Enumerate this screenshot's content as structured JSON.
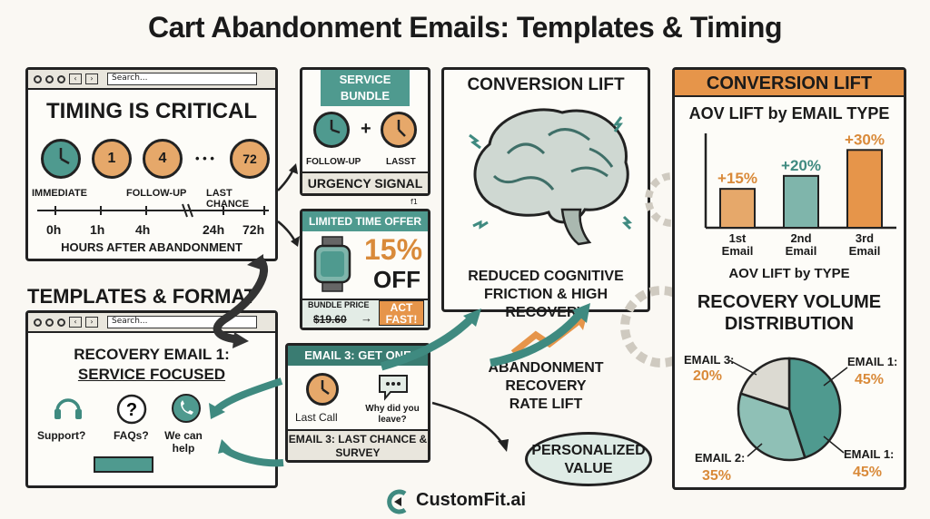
{
  "title": "Cart Abandonment Emails: Templates & Timing",
  "timing": {
    "search_placeholder": "Search...",
    "heading": "TIMING IS CRITICAL",
    "clocks": [
      {
        "label": "IMMEDIATE",
        "value": ""
      },
      {
        "label": "",
        "value": "1"
      },
      {
        "label": "FOLLOW-UP",
        "value": "4"
      },
      {
        "label": "LAST CHANCE",
        "value": "72"
      }
    ],
    "ellipsis": "• • •",
    "ticks": [
      "0h",
      "1h",
      "4h",
      "24h",
      "72h"
    ],
    "axis_label": "HOURS AFTER ABANDONMENT"
  },
  "templates": {
    "heading": "TEMPLATES & FORMAT",
    "search_placeholder": "Search...",
    "email_title_1": "RECOVERY EMAIL 1:",
    "email_title_2": "SERVICE FOCUSED",
    "icons": [
      {
        "label": "Support?",
        "icon": "headset-icon"
      },
      {
        "label": "FAQs?",
        "icon": "question-icon"
      },
      {
        "label": "We can help",
        "icon": "chat-phone-icon"
      }
    ]
  },
  "bundle": {
    "header": "SERVICE BUNDLE",
    "plus": "+",
    "clock_labels": [
      "FOLLOW-UP",
      "LASST"
    ],
    "footer": "URGENCY SIGNAL",
    "marker": "f1"
  },
  "offer": {
    "header": "LIMITED TIME OFFER",
    "percent": "15%",
    "off": "OFF",
    "bundle_price_label": "BUNDLE PRICE",
    "price": "$19.60",
    "arrow": "→",
    "cta": "ACT FAST!"
  },
  "email3": {
    "header": "EMAIL 3: GET ONE",
    "last_call": "Last Call",
    "survey_question": "Why did you leave?",
    "footer": "EMAIL 3: LAST CHANCE & SURVEY"
  },
  "brain": {
    "heading": "CONVERSION LIFT",
    "caption": "REDUCED COGNITIVE FRICTION & HIGH RECOVERY"
  },
  "recovery": {
    "label": "ABANDONMENT RECOVERY RATE LIFT",
    "personalized": "PERSONALIZED VALUE"
  },
  "right": {
    "banner": "CONVERSION LIFT",
    "bar_title": "AOV LIFT by EMAIL TYPE",
    "bar_caption": "AOV LIFT by TYPE",
    "pie_title": "RECOVERY VOLUME DISTRIBUTION"
  },
  "logo": {
    "text": "CustomFit.ai"
  },
  "chart_data": [
    {
      "type": "bar",
      "title": "AOV LIFT by EMAIL TYPE",
      "xlabel": "AOV LIFT by TYPE",
      "ylabel": "",
      "categories": [
        "1st Email",
        "2nd Email",
        "3rd Email"
      ],
      "values": [
        15,
        20,
        30
      ],
      "value_labels": [
        "+15%",
        "+20%",
        "+30%"
      ],
      "colors": [
        "#e6a86a",
        "#7fb5ab",
        "#e6954a"
      ],
      "label_colors": [
        "#d98a3a",
        "#3f8a80",
        "#d98a3a"
      ],
      "ylim": [
        0,
        35
      ]
    },
    {
      "type": "pie",
      "title": "RECOVERY VOLUME DISTRIBUTION",
      "slices": [
        {
          "label": "EMAIL 1:",
          "pct_label": "45%",
          "value": 45,
          "color": "#4f9a8f"
        },
        {
          "label": "EMAIL 2:",
          "pct_label": "35%",
          "value": 35,
          "color": "#8fc0b6"
        },
        {
          "label": "EMAIL 3:",
          "pct_label": "20%",
          "value": 20,
          "color": "#dcdad2"
        }
      ],
      "extra_label": {
        "label": "EMAIL 1:",
        "pct_label": "45%"
      }
    }
  ]
}
